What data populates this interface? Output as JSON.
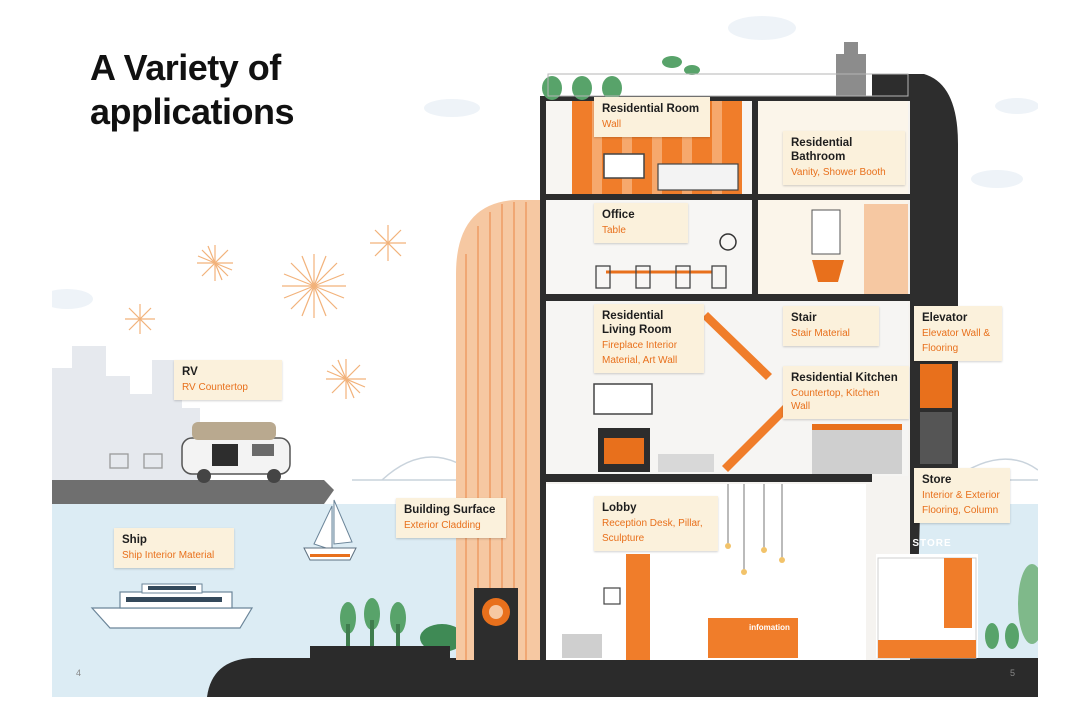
{
  "title": {
    "line1": "A Variety of",
    "line2": "applications"
  },
  "page_numbers": {
    "left": "4",
    "right": "5"
  },
  "signs": {
    "store": "STORE",
    "information": "infomation"
  },
  "colors": {
    "accent": "#e8701c",
    "label_bg": "#fbf1dc",
    "dark": "#2d2d2d",
    "water": "#dcecf4"
  },
  "labels": {
    "residential_room": {
      "title": "Residential Room",
      "sub": "Wall"
    },
    "residential_bathroom": {
      "title1": "Residential",
      "title2": "Bathroom",
      "sub": "Vanity, Shower Booth"
    },
    "office": {
      "title": "Office",
      "sub": "Table"
    },
    "living_room": {
      "title1": "Residential",
      "title2": "Living Room",
      "sub1": "Fireplace Interior",
      "sub2": "Material, Art Wall"
    },
    "stair": {
      "title": "Stair",
      "sub": "Stair Material"
    },
    "elevator": {
      "title": "Elevator",
      "sub1": "Elevator Wall &",
      "sub2": "Flooring"
    },
    "kitchen": {
      "title": "Residential Kitchen",
      "sub": "Countertop, Kitchen Wall"
    },
    "rv": {
      "title": "RV",
      "sub": "RV Countertop"
    },
    "building_surface": {
      "title": "Building Surface",
      "sub": "Exterior Cladding"
    },
    "lobby": {
      "title": "Lobby",
      "sub1": "Reception Desk, Pillar,",
      "sub2": "Sculpture"
    },
    "store": {
      "title": "Store",
      "sub1": "Interior & Exterior",
      "sub2": "Flooring, Column"
    },
    "ship": {
      "title": "Ship",
      "sub": "Ship Interior Material"
    }
  }
}
